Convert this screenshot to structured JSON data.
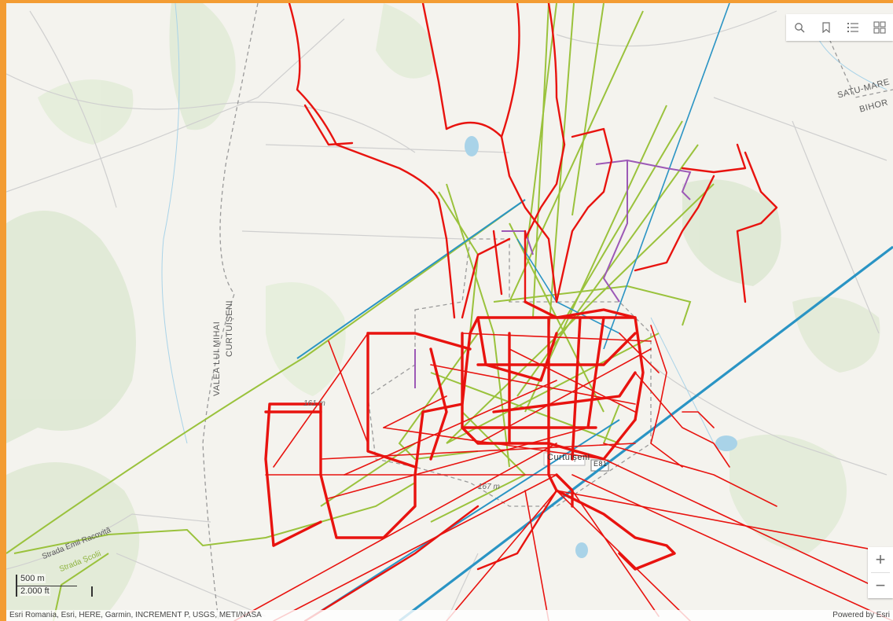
{
  "map": {
    "labels": {
      "valea_line1": "VALEA LUI MIHAI",
      "valea_line2": "CURTUIȘENI",
      "satu_mare": "SATU-MARE",
      "bihor": "BIHOR",
      "town": "Curtuișeni",
      "street_racovita": "Strada Emil Racoviță",
      "street_scolii": "Strada Școlii",
      "elev_161": "161 m",
      "elev_167": "167 m",
      "badge": "E81"
    },
    "colors": {
      "red_tracks": "#e8130f",
      "green_tracks": "#9ac23c",
      "blue_tracks": "#2a94c4",
      "purple_tracks": "#9c59b6",
      "frame": "#f39c33"
    }
  },
  "toolbar": {
    "buttons": [
      {
        "icon": "search-icon"
      },
      {
        "icon": "bookmark-icon"
      },
      {
        "icon": "layer-list-icon"
      },
      {
        "icon": "basemap-gallery-icon"
      }
    ]
  },
  "zoom": {
    "in_label": "+",
    "out_label": "−"
  },
  "scalebar": {
    "metric": "500 m",
    "imperial": "2.000 ft"
  },
  "attribution": {
    "text": "Esri Romania, Esri, HERE, Garmin, INCREMENT P, USGS, METI/NASA",
    "powered": "Powered by Esri"
  }
}
